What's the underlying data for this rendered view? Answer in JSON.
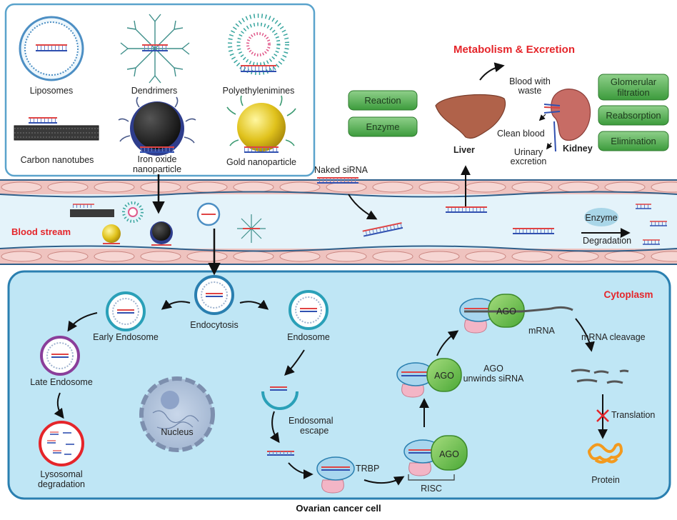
{
  "nanocarriers": {
    "liposomes": "Liposomes",
    "dendrimers": "Dendrimers",
    "polyethylenimines": "Polyethylenimines",
    "carbon_nanotubes": "Carbon nanotubes",
    "iron_oxide_line1": "Iron oxide",
    "iron_oxide_line2": "nanoparticle",
    "gold_nanoparticle": "Gold nanoparticle"
  },
  "metabolism": {
    "title": "Metabolism & Excretion",
    "reaction": "Reaction",
    "enzyme": "Enzyme",
    "liver": "Liver",
    "kidney": "Kidney",
    "blood_waste_line1": "Blood with",
    "blood_waste_line2": "waste",
    "clean_blood": "Clean blood",
    "urinary_line1": "Urinary",
    "urinary_line2": "excretion",
    "glomerular_line1": "Glomerular",
    "glomerular_line2": "filtration",
    "reabsorption": "Reabsorption",
    "elimination": "Elimination"
  },
  "blood": {
    "label": "Blood stream",
    "naked_sirna": "Naked siRNA",
    "enzyme": "Enzyme",
    "degradation": "Degradation"
  },
  "cell": {
    "cytoplasm": "Cytoplasm",
    "endocytosis": "Endocytosis",
    "early_endosome": "Early Endosome",
    "late_endosome": "Late Endosome",
    "lysosomal_line1": "Lysosomal",
    "lysosomal_line2": "degradation",
    "nucleus": "Nucleus",
    "endosome": "Endosome",
    "escape_line1": "Endosomal",
    "escape_line2": "escape",
    "trbp": "TRBP",
    "risc": "RISC",
    "ago": "AGO",
    "unwind_line1": "AGO",
    "unwind_line2": "unwinds siRNA",
    "mrna": "mRNA",
    "mrna_cleavage": "mRNA cleavage",
    "translation": "Translation",
    "protein": "Protein",
    "caption": "Ovarian cancer cell"
  },
  "colors": {
    "accent_red": "#e5252a",
    "vessel_fill": "#f2c9c6",
    "cell_bg": "#bfe6f5",
    "pill_green": "#3c9b3c",
    "ago_green": "#6cbd45"
  }
}
